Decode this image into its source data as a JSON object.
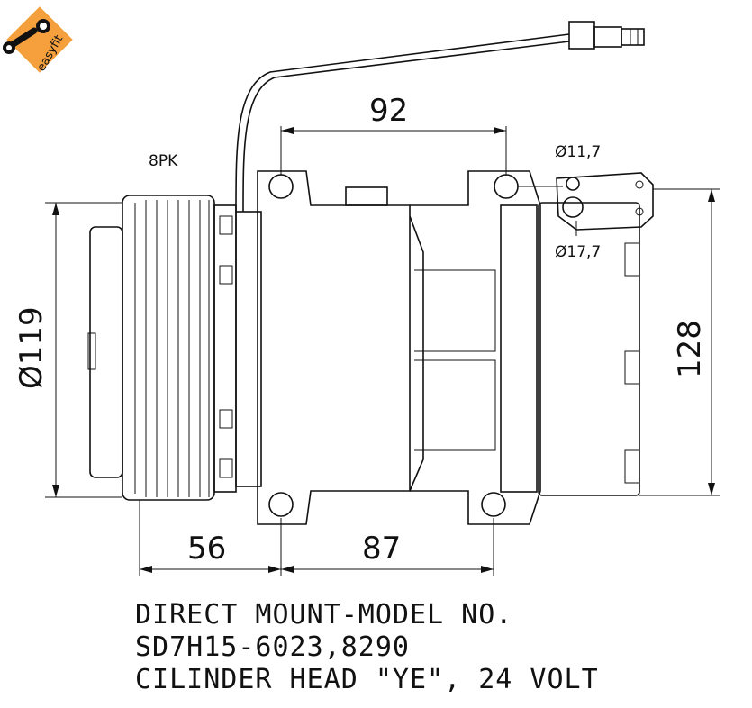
{
  "logo": {
    "text": "easyfit",
    "color": "#f5a03c"
  },
  "labels": {
    "belt": "8PK",
    "top_width": "92",
    "small_port": "Ø11,7",
    "large_port": "Ø17,7",
    "pulley_diameter": "Ø119",
    "height": "128",
    "pulley_offset": "56",
    "mount_spacing": "87"
  },
  "caption": [
    "DIRECT MOUNT-MODEL NO.",
    "SD7H15-6023,8290",
    "CILINDER HEAD \"YE\", 24 VOLT"
  ]
}
